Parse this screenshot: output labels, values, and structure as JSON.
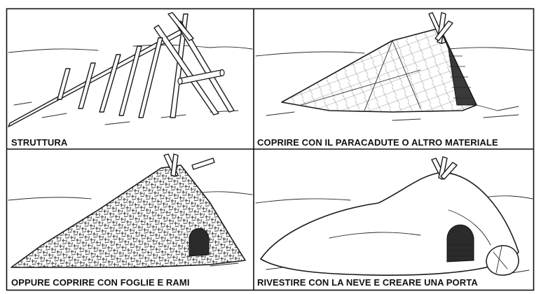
{
  "panels": [
    {
      "caption": "STRUTTURA"
    },
    {
      "caption": "COPRIRE CON IL PARACADUTE O ALTRO MATERIALE"
    },
    {
      "caption": "OPPURE COPRIRE CON FOGLIE E RAMI"
    },
    {
      "caption": "RIVESTIRE CON LA NEVE E CREARE UNA PORTA"
    }
  ],
  "colors": {
    "ink": "#1a1a1a",
    "paper": "#ffffff",
    "dark": "#2b2b2b"
  }
}
